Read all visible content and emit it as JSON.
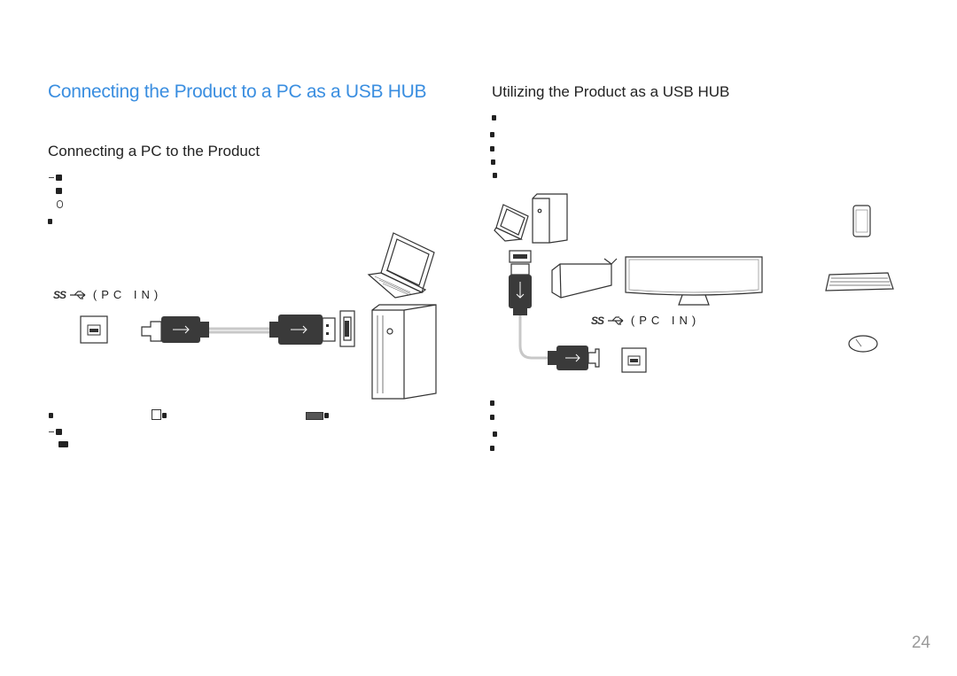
{
  "headings": {
    "main_title": "Connecting the Product to a PC as a USB HUB",
    "left_subtitle": "Connecting a PC to the Product",
    "right_subtitle": "Utilizing the Product as a USB HUB"
  },
  "ports": {
    "left_port_label": "(PC IN)",
    "right_port_label": "(PC IN)",
    "ss_logo_text": "SS"
  },
  "icons": [
    "laptop-icon",
    "pc-tower-icon",
    "usb-cable-icon",
    "usb-b-port-icon",
    "usb-a-port-icon",
    "monitor-icon",
    "smartphone-icon",
    "keyboard-icon",
    "mouse-icon",
    "usb-ss-logo-icon"
  ],
  "colors": {
    "title_blue": "#3a8ee0",
    "page_number_gray": "#9a9a9a",
    "cable_gray": "#c8c8c8",
    "plug_dark": "#3a3a3a"
  },
  "page": {
    "number": "24"
  }
}
